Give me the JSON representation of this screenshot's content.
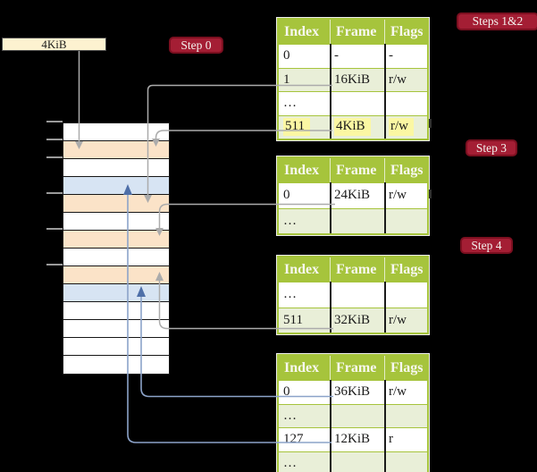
{
  "box_4kib": {
    "label": "4KiB"
  },
  "step_labels": {
    "step0": "Step 0",
    "steps12": "Steps 1&2",
    "step3": "Step 3",
    "step4": "Step 4"
  },
  "memory_column": {
    "row_count": 14,
    "row_colors": [
      "white",
      "peach",
      "white",
      "blue",
      "peach",
      "white",
      "peach",
      "white",
      "peach",
      "blue",
      "white",
      "white",
      "white",
      "white"
    ]
  },
  "tables": [
    {
      "name": "page-table-steps-1-2",
      "headers": [
        "Index",
        "Frame",
        "Flags"
      ],
      "rows": [
        {
          "cells": [
            "0",
            "-",
            "-"
          ]
        },
        {
          "cells": [
            "1",
            "16KiB",
            "r/w"
          ]
        },
        {
          "cells": [
            "…",
            "",
            ""
          ]
        },
        {
          "cells": [
            "511",
            "4KiB",
            "r/w"
          ],
          "highlighted": true
        }
      ]
    },
    {
      "name": "page-table-step-3",
      "headers": [
        "Index",
        "Frame",
        "Flags"
      ],
      "rows": [
        {
          "cells": [
            "0",
            "24KiB",
            "r/w"
          ]
        },
        {
          "cells": [
            "…",
            "",
            ""
          ]
        }
      ]
    },
    {
      "name": "page-table-step-4",
      "headers": [
        "Index",
        "Frame",
        "Flags"
      ],
      "rows": [
        {
          "cells": [
            "…",
            "",
            ""
          ]
        },
        {
          "cells": [
            "511",
            "32KiB",
            "r/w"
          ]
        }
      ]
    },
    {
      "name": "page-table-final",
      "headers": [
        "Index",
        "Frame",
        "Flags"
      ],
      "rows": [
        {
          "cells": [
            "0",
            "36KiB",
            "r/w"
          ]
        },
        {
          "cells": [
            "…",
            "",
            ""
          ]
        },
        {
          "cells": [
            "127",
            "12KiB",
            "r"
          ]
        },
        {
          "cells": [
            "…",
            "",
            ""
          ]
        }
      ]
    }
  ],
  "colors": {
    "background": "#000000",
    "table_header_green": "#A6C43C",
    "table_row_green": "#E9EFD8",
    "memory_peach": "#FBE3C8",
    "memory_blue": "#D7E4F3",
    "box_cream": "#FDF2D0",
    "step_label_red": "#A41E34",
    "highlight_yellow": "#FBF7A3",
    "gray_connector": "#ABABAB",
    "blue_connector": "#8CA3C9",
    "blue_arrowhead": "#4E6FA8"
  }
}
